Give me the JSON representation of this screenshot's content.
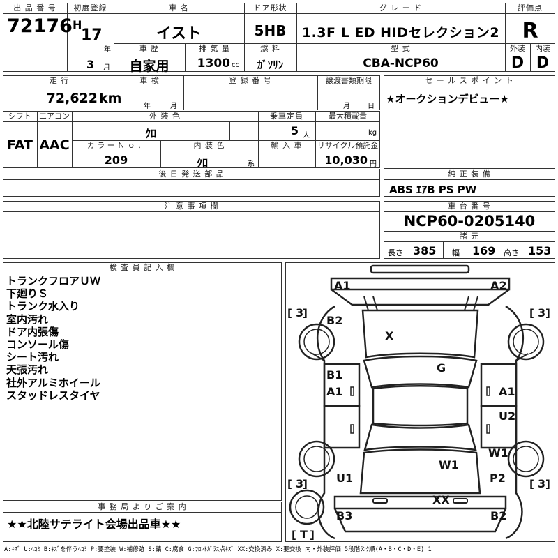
{
  "labels": {
    "lot_number": "出 品 番 号",
    "first_registration": "初度登録",
    "car_name": "車 名",
    "door_type": "ドア形状",
    "grade": "グ レ ー ド",
    "score": "評価点",
    "history": "車 歴",
    "displacement": "排 気 量",
    "fuel": "燃 料",
    "model_code": "型 式",
    "exterior": "外装",
    "interior": "内装",
    "mileage": "走 行",
    "inspection": "車 検",
    "registration_no": "登 録 番 号",
    "transfer_deadline": "譲渡書類期限",
    "sales_point": "セ ー ル ス ポ イ ン ト",
    "shift": "シフト",
    "aircon": "エアコン",
    "exterior_color": "外 装 色",
    "capacity": "乗車定員",
    "max_load": "最大積載量",
    "color_no": "カ ラ ー Ｎ ｏ ．",
    "interior_color": "内 装 色",
    "import": "輸 入 車",
    "recycle_fee": "リサイクル預託金",
    "later_parts": "後 日 発 送 部 品",
    "genuine_equipment": "純 正 装 備",
    "notes": "注 意 事 項 欄",
    "chassis_no": "車 台 番 号",
    "specs": "諸 元",
    "inspector_notes": "検 査 員 記 入 欄",
    "office_notice": "事 務 局 よ り ご 案 内"
  },
  "vehicle": {
    "lot_number": "72176",
    "era": "H",
    "year": "17",
    "year_unit": "年",
    "month": "3",
    "month_unit": "月",
    "car_name": "イスト",
    "door_type": "5HB",
    "grade": "1.3F L ED HIDセレクション2",
    "score": "R",
    "history": "自家用",
    "displacement": "1300",
    "displacement_unit": "cc",
    "fuel": "ｶﾞｿﾘﾝ",
    "model_code": "CBA-NCP60",
    "exterior_grade": "D",
    "interior_grade": "D",
    "mileage": "72,622",
    "mileage_unit": "km",
    "inspection_year_unit": "年",
    "inspection_month_unit": "月",
    "deadline_month_unit": "月",
    "deadline_day_unit": "日",
    "sales_point": "★オークションデビュー★",
    "shift": "FAT",
    "aircon": "AAC",
    "exterior_color": "ｸﾛ",
    "capacity": "5",
    "capacity_unit": "人",
    "max_load_unit": "kg",
    "color_no": "209",
    "interior_color": "ｸﾛ",
    "interior_color_suffix": "系",
    "recycle_fee": "10,030",
    "recycle_unit": "円",
    "genuine_equipment": "ABS ｴｱB PS PW",
    "chassis_no": "NCP60-0205140",
    "length_label": "長さ",
    "length": "385",
    "width_label": "幅",
    "width": "169",
    "height_label": "高さ",
    "height": "153"
  },
  "inspector_notes": [
    "トランクフロアＵＷ",
    "下廻りＳ",
    "トランク水入り",
    "室内汚れ",
    "ドア内張傷",
    "コンソール傷",
    "シート汚れ",
    "天張汚れ",
    "社外アルミホイール",
    "スタッドレスタイヤ"
  ],
  "office_notice": "★★北陸サテライト会場出品車★★",
  "diagram_marks": {
    "front_left": "A1",
    "front_right": "A2",
    "left_front_fender": "B2",
    "hood": "X",
    "roof": "G",
    "left_front_door": "B1",
    "left_front_door_2": "A1",
    "right_front_door": "A1",
    "right_rear_door": "U2",
    "right_rear_fender": "W1",
    "trunk": "W1",
    "left_rear": "U1",
    "right_rear": "P2",
    "rear_bumper": "XX",
    "rear_left": "B3",
    "rear_right": "B2",
    "tire_fl": "3",
    "tire_fr": "3",
    "tire_rl": "3",
    "tire_rr": "3",
    "spare": "T"
  },
  "legend": "A:ｷｽﾞ U:ﾍｺﾐ B:ｷｽﾞを伴うﾍｺﾐ P:要塗装 W:補修跡 S:錆 C:腐食 G:ﾌﾛﾝﾄｶﾞﾗｽ点ｷｽﾞ XX:交換済み X:要交換 内・外装評価 5段階ﾗﾝｸ順(A・B・C・D・E) 1"
}
